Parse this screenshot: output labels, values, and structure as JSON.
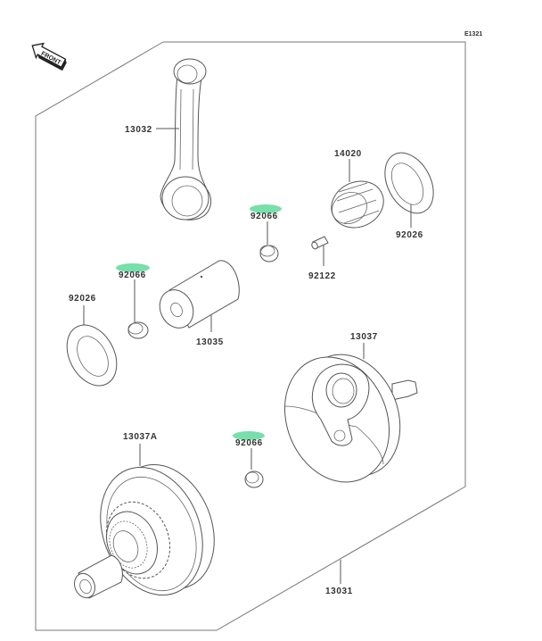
{
  "diagram": {
    "code": "E1321",
    "front_label": "FRONT",
    "highlight_color": "#5fd99a",
    "parts": [
      {
        "id": "13032",
        "label": "13032",
        "name": "Connecting Rod",
        "highlighted": false
      },
      {
        "id": "14020",
        "label": "14020",
        "name": "Needle Bearing",
        "highlighted": false
      },
      {
        "id": "92026a",
        "label": "92026",
        "name": "Washer (right)",
        "highlighted": false
      },
      {
        "id": "92066a",
        "label": "92066",
        "name": "Bushing (upper)",
        "highlighted": true
      },
      {
        "id": "92122",
        "label": "92122",
        "name": "Pin",
        "highlighted": false
      },
      {
        "id": "92066b",
        "label": "92066",
        "name": "Bushing (left)",
        "highlighted": true
      },
      {
        "id": "92026b",
        "label": "92026",
        "name": "Washer (left)",
        "highlighted": false
      },
      {
        "id": "13035",
        "label": "13035",
        "name": "Crank Pin",
        "highlighted": false
      },
      {
        "id": "13037",
        "label": "13037",
        "name": "Crankshaft Half (right)",
        "highlighted": false
      },
      {
        "id": "13037A",
        "label": "13037A",
        "name": "Crankshaft Half (left, with gear)",
        "highlighted": false
      },
      {
        "id": "92066c",
        "label": "92066",
        "name": "Bushing (lower)",
        "highlighted": true
      },
      {
        "id": "13031",
        "label": "13031",
        "name": "Crankshaft Assy",
        "highlighted": false
      }
    ]
  }
}
